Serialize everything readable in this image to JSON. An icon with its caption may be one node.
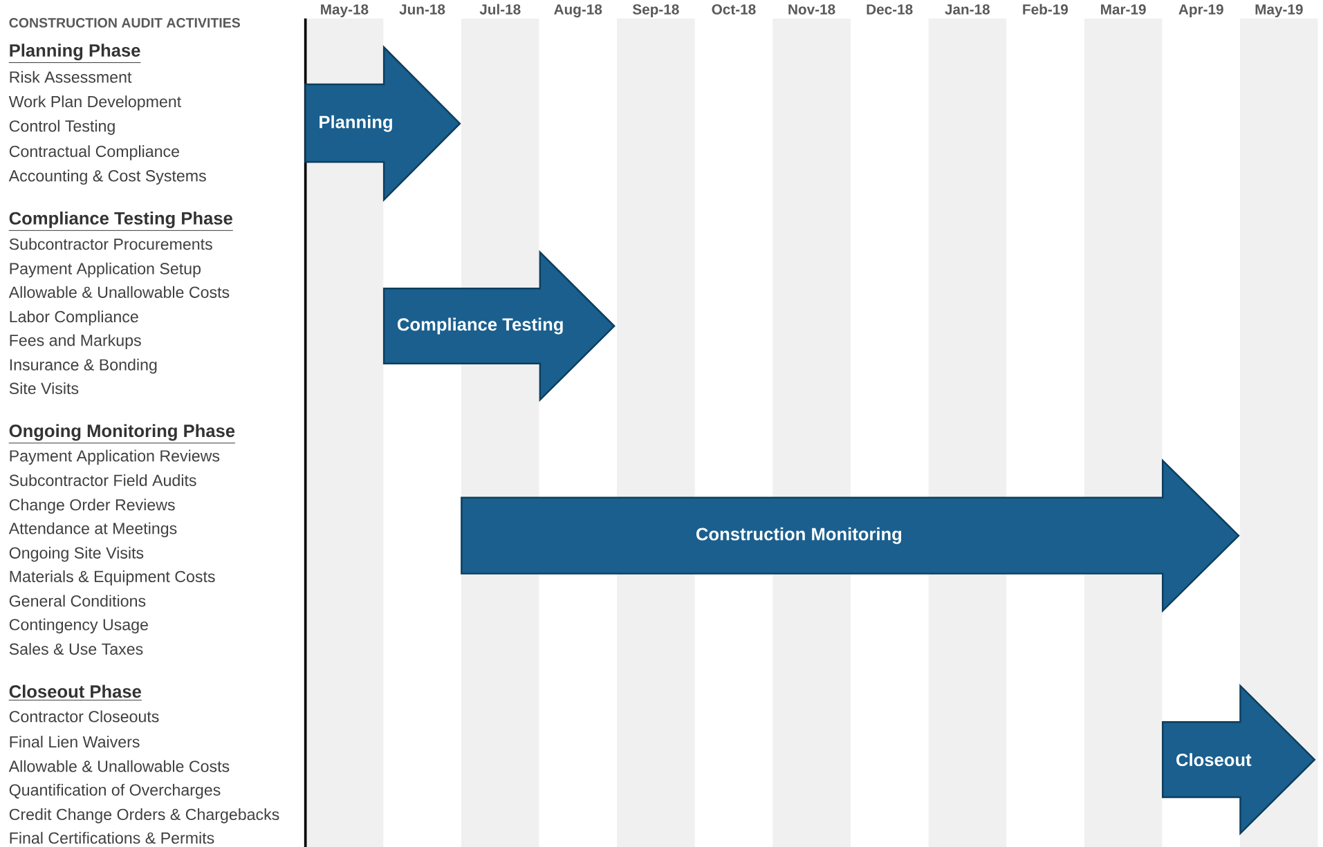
{
  "diagram": {
    "title": "CONSTRUCTION AUDIT ACTIVITIES",
    "nodes": [
      {
        "text": [
          "Planning"
        ]
      },
      {
        "text": [
          "Compliance Testing"
        ]
      },
      {
        "text": [
          "Construction Monitoring"
        ]
      },
      {
        "text": [
          "Closeout"
        ]
      }
    ],
    "labels": [
      "May-18",
      "Jun-18",
      "Jul-18",
      "Aug-18",
      "Sep-18",
      "Oct-18",
      "Nov-18",
      "Dec-18",
      "Jan-18",
      "Feb-19",
      "Mar-19",
      "Apr-19",
      "May-19",
      "Planning Phase",
      "Risk Assessment",
      "Work Plan Development",
      "Control Testing",
      "Contractual Compliance",
      "Accounting & Cost Systems",
      "Compliance Testing Phase",
      "Subcontractor Procurements",
      "Payment Application Setup",
      "Allowable & Unallowable Costs",
      "Labor Compliance",
      "Fees and Markups",
      "Insurance & Bonding",
      "Site Visits",
      "Ongoing Monitoring Phase",
      "Payment Application Reviews",
      "Subcontractor Field Audits",
      "Change Order Reviews",
      "Attendance at Meetings",
      "Ongoing Site Visits",
      "Materials & Equipment Costs",
      "General Conditions",
      "Contingency Usage",
      "Sales & Use Taxes",
      "Closeout Phase",
      "Contractor Closeouts",
      "Final Lien Waivers",
      "Allowable & Unallowable Costs",
      "Quantification of Overcharges",
      "Credit Change Orders & Chargebacks",
      "Final Certifications & Permits"
    ]
  }
}
